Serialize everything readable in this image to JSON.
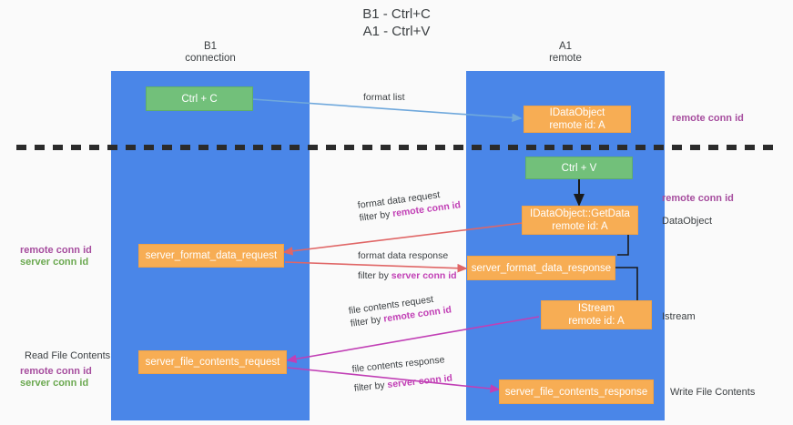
{
  "title": "B1 - Ctrl+C\nA1 - Ctrl+V",
  "lanes": [
    {
      "name": "b1",
      "title": "B1\nconnection",
      "color": "#4a86e8"
    },
    {
      "name": "a1",
      "title": "A1\nremote",
      "color": "#4a86e8"
    }
  ],
  "colors": {
    "lane": "#4a86e8",
    "green_box": "#72c07a",
    "orange_box": "#f7ad54",
    "purple_label": "#a64d9e",
    "green_label": "#6aa84f",
    "magenta_arrow": "#c13fb5",
    "red_arrow": "#e06666",
    "blue_arrow": "#6fa8dc",
    "divider": "#2b2b2b",
    "text": "#3c4043"
  },
  "boxes": {
    "ctrl_c": "Ctrl + C",
    "ctrl_v": "Ctrl + V",
    "idataobject": "IDataObject\nremote id: A",
    "idataobject_getdata": "IDataObject::GetData\nremote id: A",
    "istream": "IStream\nremote id: A",
    "server_format_data_request": "server_format_data_request",
    "server_format_data_response": "server_format_data_response",
    "server_file_contents_request": "server_file_contents_request",
    "server_file_contents_response": "server_file_contents_response"
  },
  "edges": {
    "format_list": {
      "line1": "format list",
      "line2": ""
    },
    "format_data_request": {
      "line1": "format data request",
      "line2_prefix": "filter by ",
      "line2_hl": "remote conn id"
    },
    "format_data_response": {
      "line1": "format data response",
      "line2_prefix": "filter by ",
      "line2_hl": "server conn id"
    },
    "file_contents_request": {
      "line1": "file contents request",
      "line2_prefix": "filter by ",
      "line2_hl": "remote conn id"
    },
    "file_contents_response": {
      "line1": "file contents response",
      "line2_prefix": "filter by ",
      "line2_hl": "server conn id"
    }
  },
  "side_labels": {
    "right_remote_conn_id_top": "remote conn id",
    "right_remote_conn_id_mid": "remote conn id",
    "right_dataobject": "DataObject",
    "right_istream": "Istream",
    "right_write_file_contents": "Write File Contents",
    "left_remote_conn_id": "remote conn id",
    "left_server_conn_id": "server conn id",
    "left_read_file_contents": "Read File Contents",
    "left_remote_conn_id_2": "remote conn id",
    "left_server_conn_id_2": "server conn id"
  }
}
